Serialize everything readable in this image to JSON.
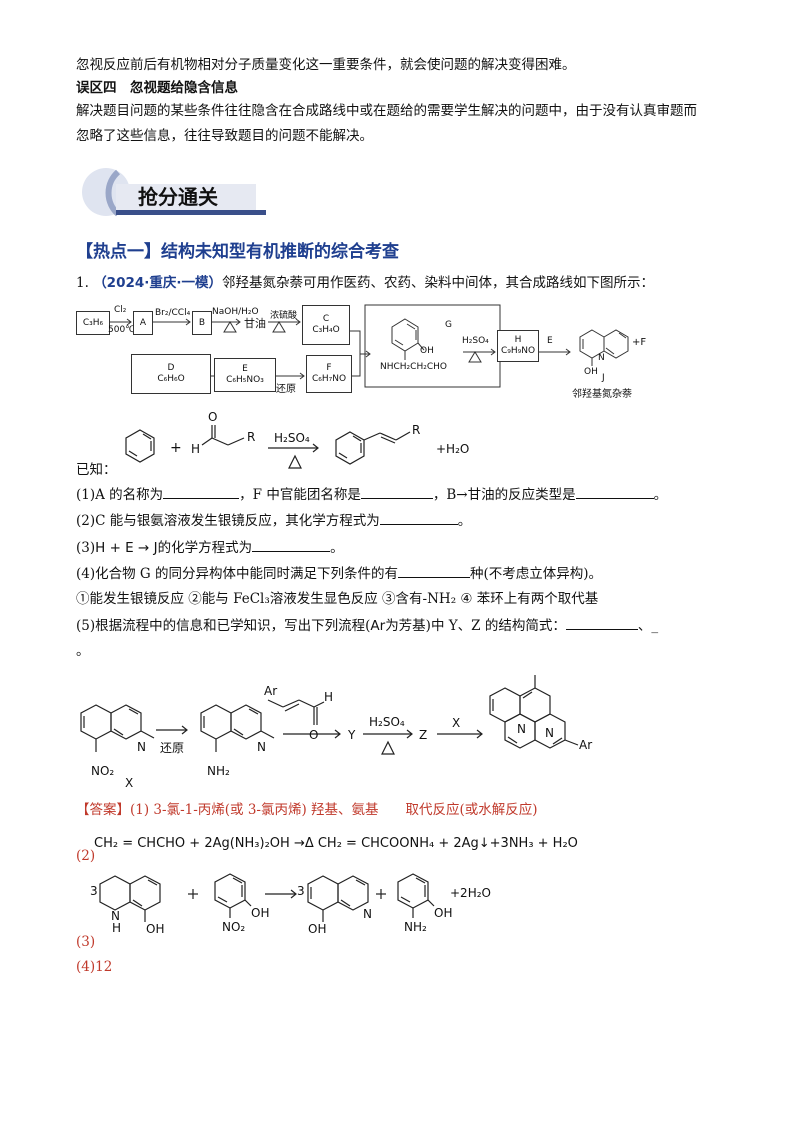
{
  "intro": {
    "line1": "忽视反应前后有机物相对分子质量变化这一重要条件，就会使问题的解决变得困难。",
    "mistake_title": "误区四　忽视题给隐含信息",
    "line2": "解决题目问题的某些条件往往隐含在合成路线中或在题给的需要学生解决的问题中，由于没有认真审题而",
    "line3": "忽略了这些信息，往往导致题目的问题不能解决。"
  },
  "banner": {
    "title": "抢分通关"
  },
  "hotspot": {
    "title": "【热点一】结构未知型有机推断的综合考查"
  },
  "question": {
    "number": "1.",
    "source": "（2024·重庆·一模）",
    "stem": "邻羟基氮杂萘可用作医药、农药、染料中间体，其合成路线如下图所示：",
    "route": {
      "c3h6": "C₃H₆",
      "cl2": "Cl₂",
      "temp": "500℃",
      "a": "A",
      "br2": "Br₂/CCl₄",
      "b": "B",
      "naoh": "NaOH/H₂O",
      "glycerol": "甘油",
      "conc": "浓硫酸",
      "c_label": "C",
      "c_formula": "C₃H₄O",
      "g_label": "G",
      "g_oh": "OH",
      "g_sub": "NHCH₂CH₂CHO",
      "h2so4": "H₂SO₄",
      "h_label": "H",
      "h_formula": "C₉H₉NO",
      "e": "E",
      "plus_f": "+F",
      "j_oh": "OH",
      "j": "J",
      "j_name": "邻羟基氮杂萘",
      "d_label": "D",
      "d_formula": "C₆H₆O",
      "e_label": "E",
      "e_formula": "C₆H₅NO₃",
      "reduce": "还原",
      "f_label": "F",
      "f_formula": "C₆H₇NO"
    },
    "known": {
      "label": "已知：",
      "plus": "+",
      "h": "H",
      "o": "O",
      "r": "R",
      "h2so4": "H₂SO₄",
      "r2": "R",
      "water": "+H₂O"
    },
    "q1": {
      "a": "(1)A 的名称为",
      "b": "，F 中官能团名称是",
      "c": "，B→甘油的反应类型是",
      "d": "。"
    },
    "q2": {
      "a": "(2)C 能与银氨溶液发生银镜反应，其化学方程式为",
      "b": "。"
    },
    "q3": {
      "a": "(3)",
      "eq": "H + E → J",
      "b": "的化学方程式为",
      "c": "。"
    },
    "q4": {
      "a": "(4)化合物 G 的同分异构体中能同时满足下列条件的有",
      "b": "种(不考虑立体异构)。"
    },
    "conditions": "①能发生银镜反应 ②能与 FeCl₃溶液发生显色反应 ③含有-NH₂ ④ 苯环上有两个取代基",
    "q5": {
      "a": "(5)根据流程中的信息和已学知识，写出下列流程(",
      "ar": "Ar",
      "b": "为芳基)中 Y、Z 的结构简式：",
      "c": "、_",
      "d": "。"
    },
    "route2": {
      "no2": "NO₂",
      "x": "X",
      "reduce": "还原",
      "nh2": "NH₂",
      "ar": "Ar",
      "h": "H",
      "o": "O",
      "y": "Y",
      "h2so4": "H₂SO₄",
      "z": "Z",
      "x2": "X",
      "ar2": "Ar"
    }
  },
  "answer": {
    "label": "【答案】",
    "a1": "(1) 3-氯-1-丙烯(或 3-氯丙烯) 羟基、氨基　　取代反应(或水解反应)",
    "a2_label": "(2)",
    "a2_eq": "CH₂ = CHCHO + 2Ag(NH₃)₂OH →Δ CH₂ = CHCOONH₄ + 2Ag↓+3NH₃ + H₂O",
    "a3_label": "(3)",
    "a3": {
      "coef1": "3",
      "nh": "N",
      "h": "H",
      "oh1": "OH",
      "plus1": "+",
      "oh2": "OH",
      "no2": "NO₂",
      "coef2": "3",
      "oh3": "OH",
      "plus2": "+",
      "oh4": "OH",
      "nh2": "NH₂",
      "water": "+2H₂O"
    },
    "a4": "(4)12"
  }
}
